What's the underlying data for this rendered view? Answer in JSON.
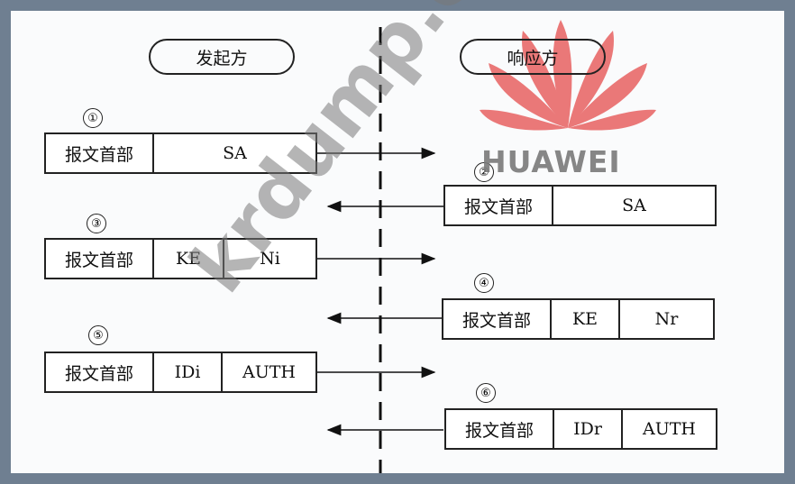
{
  "initiator_label": "发起方",
  "responder_label": "响应方",
  "messages": [
    {
      "step": "①",
      "fields": [
        "报文首部",
        "SA"
      ]
    },
    {
      "step": "②",
      "fields": [
        "报文首部",
        "SA"
      ]
    },
    {
      "step": "③",
      "fields": [
        "报文首部",
        "KE",
        "Ni"
      ]
    },
    {
      "step": "④",
      "fields": [
        "报文首部",
        "KE",
        "Nr"
      ]
    },
    {
      "step": "⑤",
      "fields": [
        "报文首部",
        "IDi",
        "AUTH"
      ]
    },
    {
      "step": "⑥",
      "fields": [
        "报文首部",
        "IDr",
        "AUTH"
      ]
    }
  ],
  "logo_text": "HUAWEI",
  "watermark_text": "krdump.com",
  "colors": {
    "logo_red": "#e02a2a",
    "line": "#222222"
  }
}
